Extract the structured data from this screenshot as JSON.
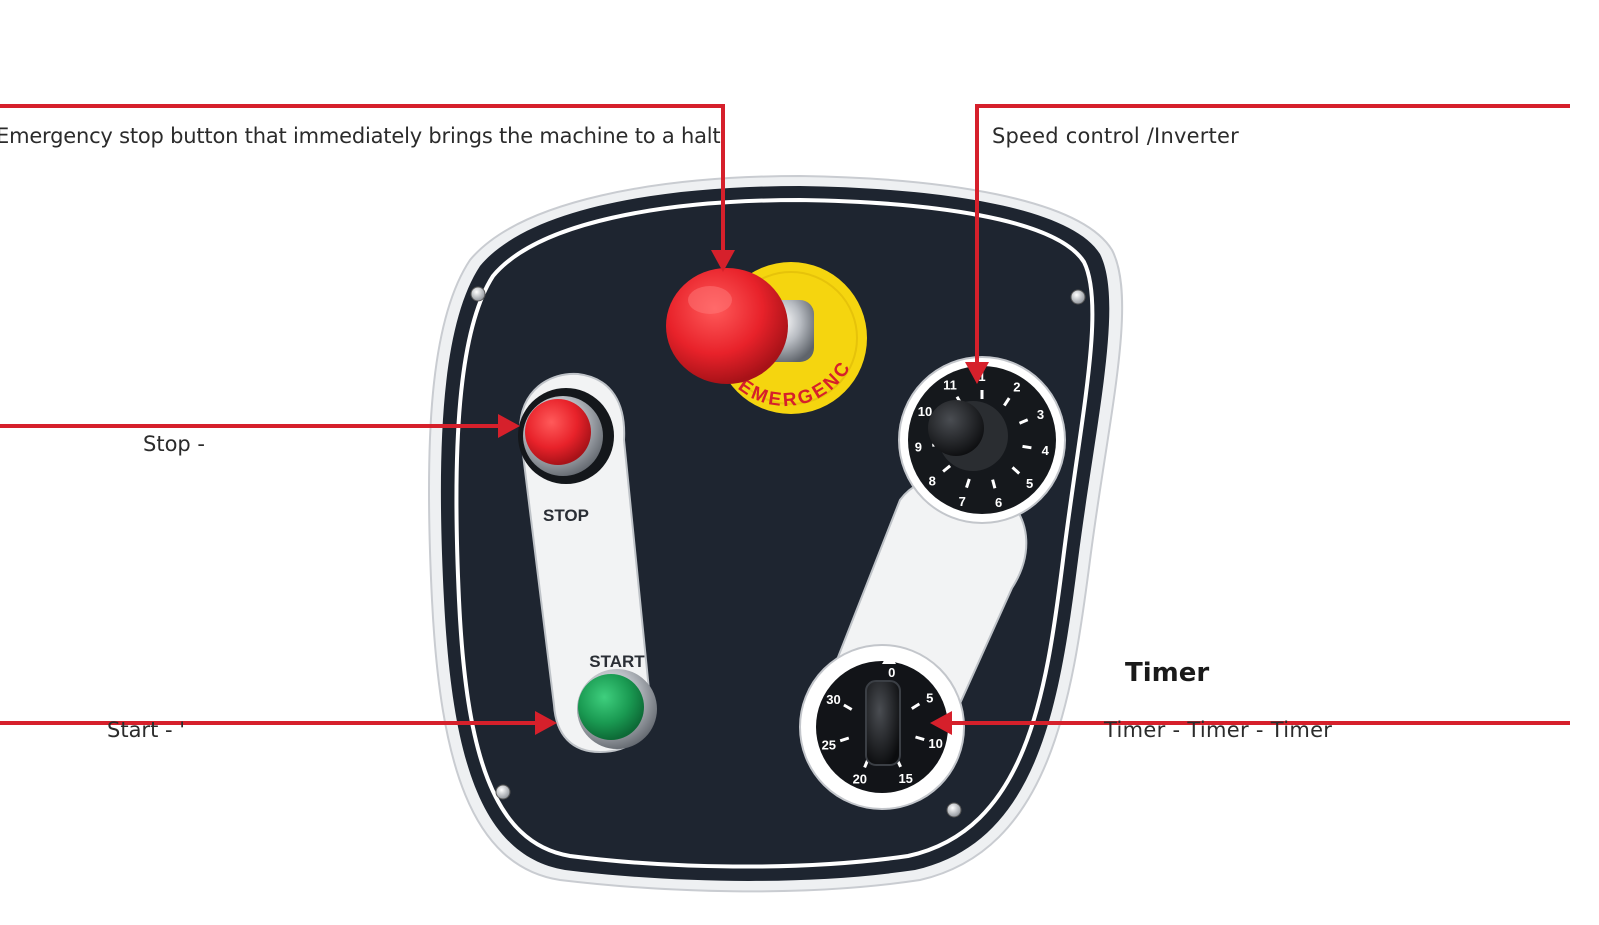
{
  "callouts": {
    "emergency": "Emergency stop button that immediately brings the machine to a halt",
    "speed": "Speed control /Inverter",
    "stop": "Stop -",
    "start": "Start - '",
    "timer_title": "Timer",
    "timer_sub": "Timer - Timer - Timer"
  },
  "panel": {
    "stop_label": "STOP",
    "start_label": "START",
    "emergency_ring_text": "EMERGENCY",
    "speed_dial_numbers": [
      "1",
      "2",
      "3",
      "4",
      "5",
      "6",
      "7",
      "8",
      "9",
      "10",
      "11"
    ],
    "timer_dial_numbers": [
      "0",
      "5",
      "10",
      "15",
      "20",
      "25",
      "30"
    ]
  },
  "colors": {
    "callout_line": "#d6202b",
    "panel_body": "#1e2530",
    "stop_button": "#e8222a",
    "start_button": "#1a9a52",
    "emergency_ring": "#f5d50f"
  }
}
